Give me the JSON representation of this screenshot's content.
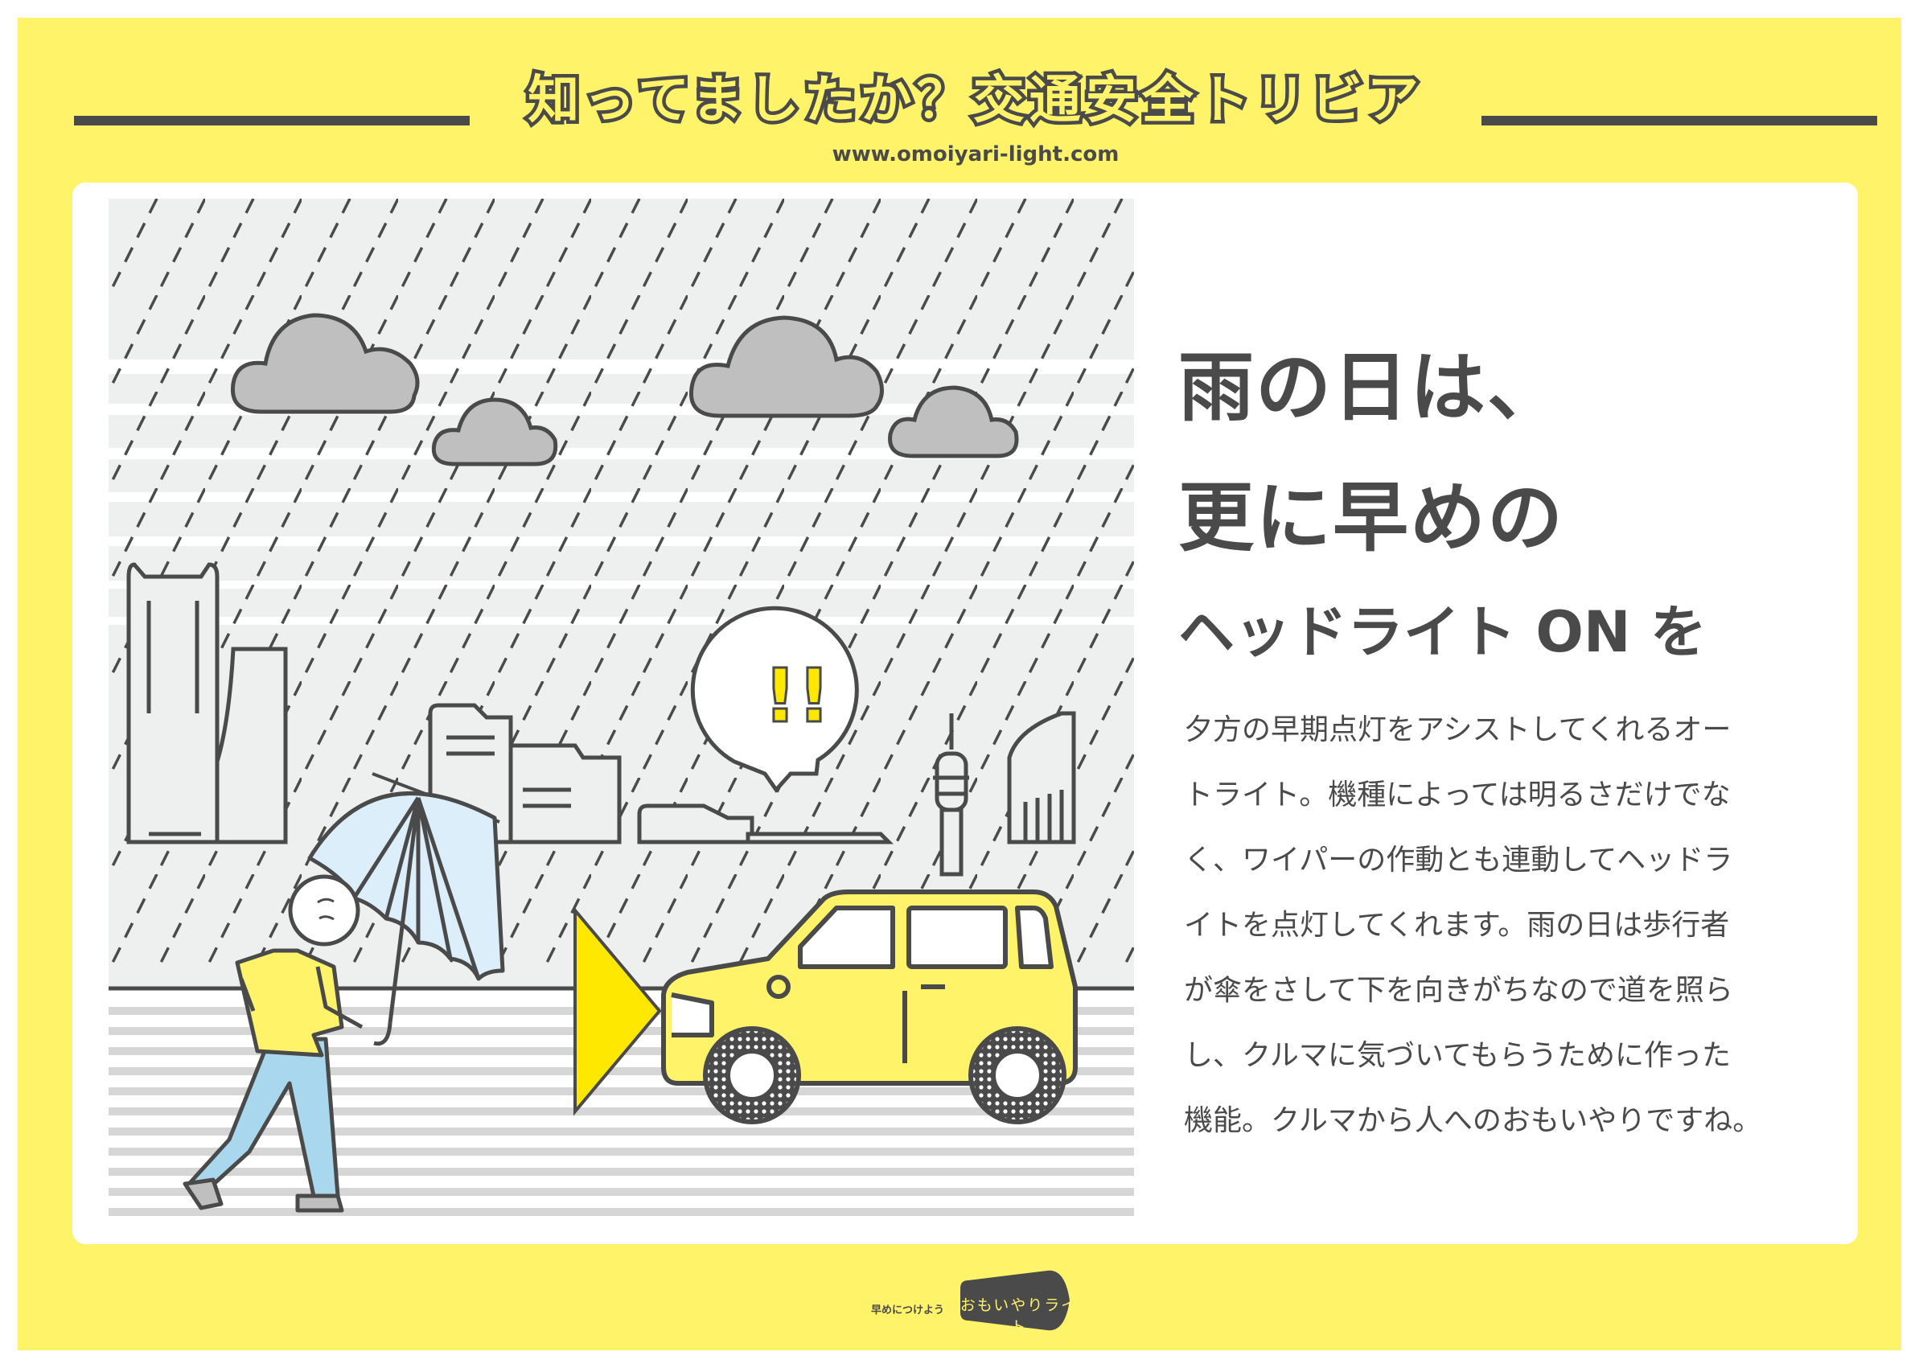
{
  "header": {
    "title": "知ってましたか？交通安全トリビア",
    "url": "www.omoiyari-light.com"
  },
  "headline": {
    "line1": "雨の日は、",
    "line2": "更に早めの",
    "line3": "ヘッドライト ON を"
  },
  "body": {
    "lines": [
      "夕方の早期点灯をアシストしてくれるオー",
      "トライト。機種によっては明るさだけでな",
      "く、ワイパーの作動とも連動してヘッドラ",
      "イトを点灯してくれます。雨の日は歩行者",
      "が傘をさして下を向きがちなので道を照ら",
      "し、クルマに気づいてもらうために作った",
      "機能。クルマから人へのおもいやりですね。"
    ]
  },
  "illustration": {
    "alert_text": "!!",
    "icons": [
      "rain-icon",
      "cloud-icon",
      "building-icon",
      "tower-icon",
      "umbrella-icon",
      "pedestrian-icon",
      "car-icon",
      "headlight-beam-icon",
      "speech-bubble-icon"
    ]
  },
  "footer": {
    "tagline": "早めにつけよう",
    "brand": "おもいやりライト"
  },
  "colors": {
    "background": "#fff36a",
    "ink": "#4a4a4a",
    "card": "#ffffff",
    "beam": "#ffe800",
    "umbrella": "#dbeefa",
    "pants": "#a9d7ee"
  }
}
